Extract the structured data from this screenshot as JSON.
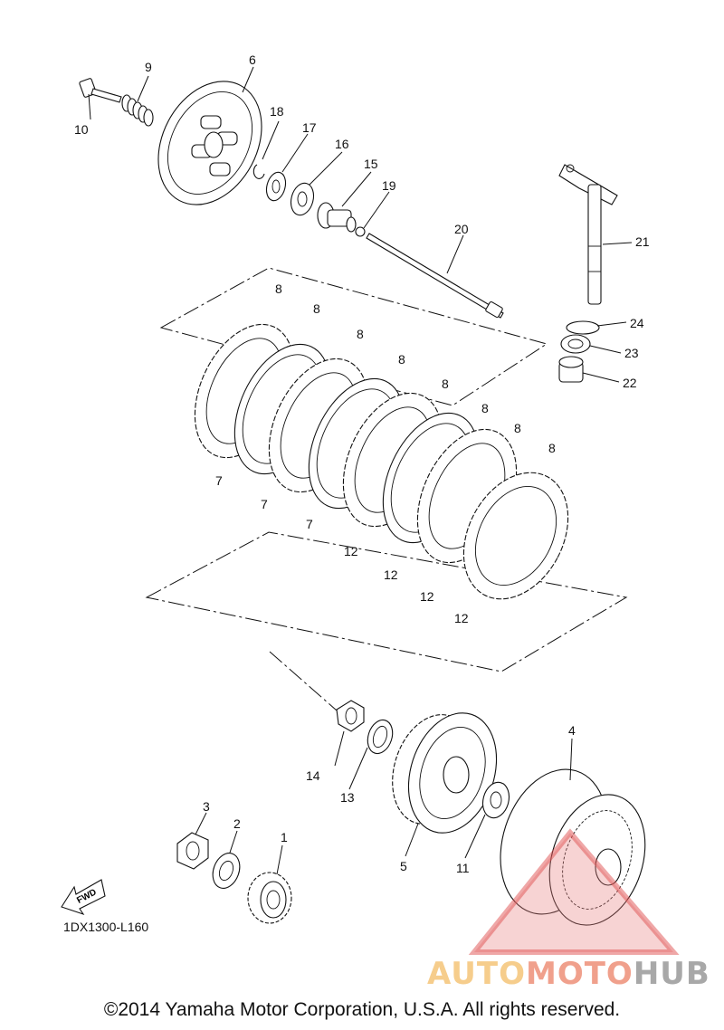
{
  "diagram": {
    "code": "1DX1300-L160",
    "copyright": "©2014 Yamaha Motor Corporation, U.S.A. All rights reserved.",
    "fwd_label": "FWD",
    "watermark": {
      "part1": "AUTO",
      "part2": "MOTO",
      "part3": "HUB",
      "colors": {
        "auto": "#f6cd8c",
        "moto": "#f0a08c",
        "hub": "#a8a8a8",
        "triangle": "#e88080"
      }
    },
    "callouts": [
      "1",
      "2",
      "3",
      "4",
      "5",
      "6",
      "7",
      "8",
      "9",
      "10",
      "11",
      "12",
      "13",
      "14",
      "15",
      "16",
      "17",
      "18",
      "19",
      "20",
      "21",
      "22",
      "23",
      "24"
    ]
  }
}
